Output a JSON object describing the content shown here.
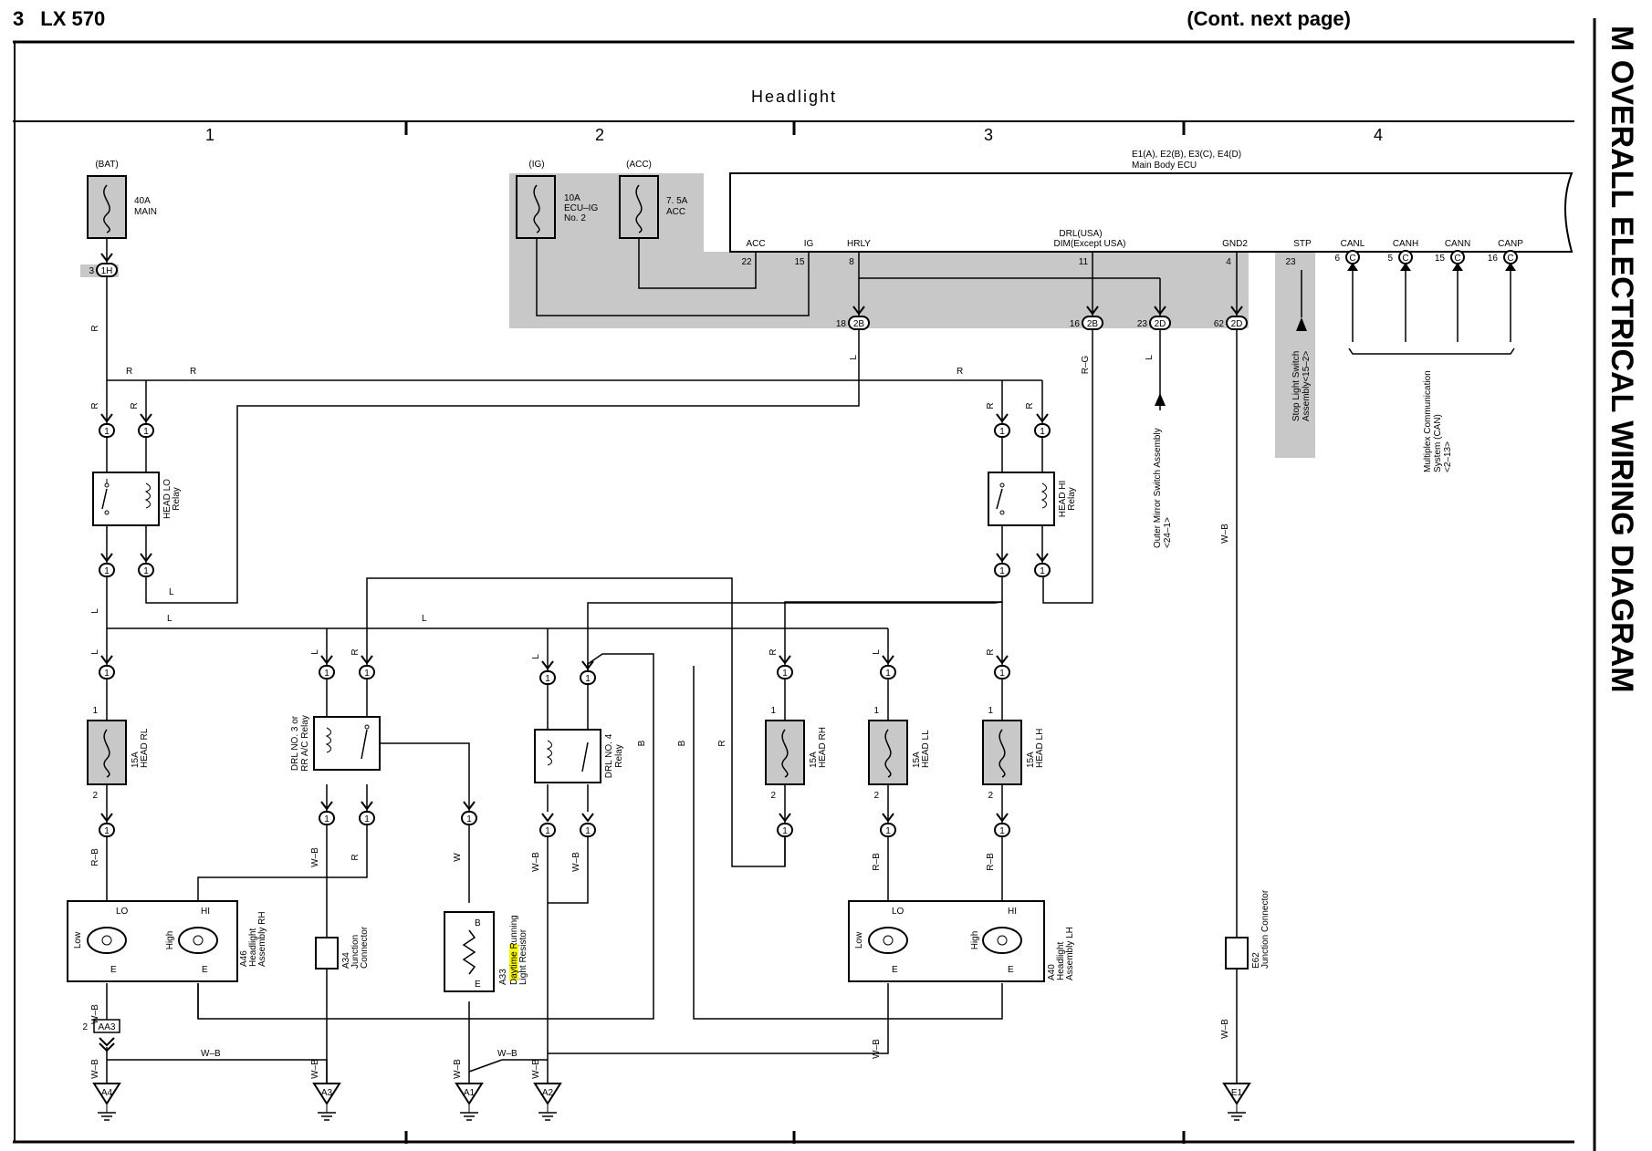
{
  "header": {
    "page_number": "3",
    "model": "LX 570",
    "continuation": "(Cont.  next page)",
    "side_title": "M   OVERALL ELECTRICAL WIRING DIAGRAM"
  },
  "section_title": "Headlight",
  "columns": [
    "1",
    "2",
    "3",
    "4"
  ],
  "ecu": {
    "title_line1": "E1(A), E2(B), E3(C), E4(D)",
    "title_line2": "Main Body ECU",
    "pins": [
      {
        "name": "ACC",
        "num": "22"
      },
      {
        "name": "IG",
        "num": "15"
      },
      {
        "name": "HRLY",
        "num": "8"
      },
      {
        "name": "DRL(USA)",
        "name2": "DIM(Except USA)",
        "num": "11"
      },
      {
        "name": "GND2",
        "num": "4"
      },
      {
        "name": "STP",
        "num": "23"
      },
      {
        "name": "CANL",
        "num": "6"
      },
      {
        "name": "CANH",
        "num": "5"
      },
      {
        "name": "CANN",
        "num": "15"
      },
      {
        "name": "CANP",
        "num": "16"
      }
    ]
  },
  "fuses": {
    "main": {
      "source": "(BAT)",
      "rating": "40A",
      "name": "MAIN"
    },
    "ecu_ig": {
      "source": "(IG)",
      "rating": "10A",
      "name": "ECU–IG",
      "name2": "No. 2"
    },
    "acc": {
      "source": "(ACC)",
      "rating": "7. 5A",
      "name": "ACC"
    },
    "head_rl": {
      "rating": "15A",
      "name": "HEAD RL"
    },
    "head_rh": {
      "rating": "15A",
      "name": "HEAD RH"
    },
    "head_ll": {
      "rating": "15A",
      "name": "HEAD LL"
    },
    "head_lh": {
      "rating": "15A",
      "name": "HEAD LH"
    }
  },
  "relays": {
    "head_lo": {
      "name": "HEAD LO",
      "name2": "Relay"
    },
    "head_hi": {
      "name": "HEAD HI",
      "name2": "Relay"
    },
    "drl3": {
      "name": "DRL NO. 3 or",
      "name2": "RR A/C Relay"
    },
    "drl4": {
      "name": "DRL NO. 4",
      "name2": "Relay"
    }
  },
  "components": {
    "a46": {
      "code": "A46",
      "name": "Headlight",
      "name2": "Assembly RH"
    },
    "a40": {
      "code": "A40",
      "name": "Headlight",
      "name2": "Assembly LH"
    },
    "a34": {
      "code": "A34",
      "name": "Junction",
      "name2": "Connector"
    },
    "a33": {
      "code": "A33",
      "name_highlight": "Daytime",
      "name_rest": " Running",
      "name2": "Light Resistor"
    },
    "e62": {
      "code": "E62",
      "name": "Junction Connector"
    }
  },
  "connectors": {
    "c1h": "1H",
    "c2b": "2B",
    "c2d": "2D",
    "c2c": "C",
    "c1": "1",
    "aa3": "AA3"
  },
  "wire_colors": {
    "R": "R",
    "L": "L",
    "RG": "R–G",
    "RB": "R–B",
    "WB": "W–B",
    "W": "W",
    "B": "B"
  },
  "grounds": [
    "A4",
    "A3",
    "A1",
    "A2",
    "E1"
  ],
  "references": {
    "outer_mirror": [
      "Outer Mirror Switch Assembly",
      "<24–1>"
    ],
    "stop_light": [
      "Stop Light Switch",
      "Assembly<15–2>"
    ],
    "can": [
      "Multiplex Communication",
      "System (CAN)",
      "<2–13>"
    ]
  },
  "lamp_labels": {
    "low": "Low",
    "high": "High",
    "lo": "LO",
    "hi": "HI",
    "e": "E",
    "b": "B"
  },
  "colors": {
    "shade": "#c8c8c8",
    "highlight": "#f4f400",
    "line": "#000000"
  }
}
